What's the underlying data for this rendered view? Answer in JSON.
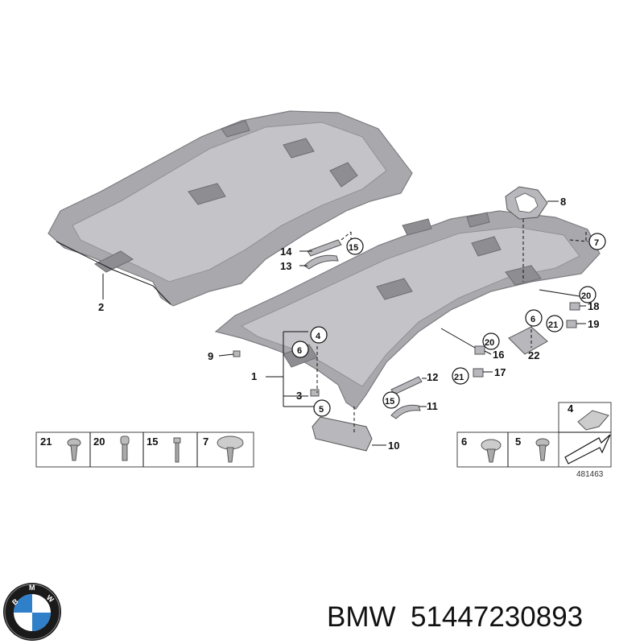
{
  "diagram": {
    "callouts": {
      "c1": "1",
      "c2": "2",
      "c3": "3",
      "c4": "4",
      "c5": "5",
      "c6": "6",
      "c7": "7",
      "c8": "8",
      "c9": "9",
      "c10": "10",
      "c11": "11",
      "c12": "12",
      "c13": "13",
      "c14": "14",
      "c15a": "15",
      "c15b": "15",
      "c16": "16",
      "c17": "17",
      "c18": "18",
      "c19": "19",
      "c20a": "20",
      "c20b": "20",
      "c21a": "21",
      "c21b": "21",
      "c22": "22",
      "c6b": "6"
    },
    "legend_left": [
      "21",
      "20",
      "15",
      "7"
    ],
    "legend_right": [
      "6",
      "5"
    ],
    "legend_right_top": "4",
    "figure_number": "481463"
  },
  "footer": {
    "brand_name": "BMW",
    "part_number": "51447230893"
  },
  "colors": {
    "headliner_gray": "#a9a9ad",
    "outline": "#111111",
    "logo_blue": "#2f7fc9"
  }
}
